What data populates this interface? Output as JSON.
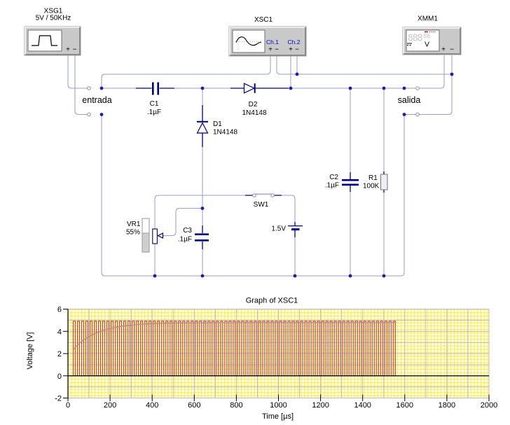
{
  "instruments": {
    "xsg1": {
      "name": "XSG1",
      "setting": "5V / 50KHz",
      "plus": "+",
      "minus": "−"
    },
    "xsc1": {
      "name": "XSC1",
      "ch1": "Ch.1",
      "ch2": "Ch.2",
      "ch1_plus": "+",
      "ch1_minus": "−",
      "ch2_plus": "+",
      "ch2_minus": "−"
    },
    "xmm1": {
      "name": "XMM1",
      "display_main": "888",
      "display_sub": "88",
      "unit": "V",
      "plus": "+",
      "minus": "−"
    }
  },
  "net_labels": {
    "input": "entrada",
    "output": "salida"
  },
  "components": {
    "c1": {
      "ref": "C1",
      "value": ".1µF"
    },
    "d2": {
      "ref": "D2",
      "value": "1N4148"
    },
    "d1": {
      "ref": "D1",
      "value": "1N4148"
    },
    "c2": {
      "ref": "C2",
      "value": ".1µF"
    },
    "r1": {
      "ref": "R1",
      "value": "100K"
    },
    "vr1": {
      "ref": "VR1",
      "value": "55%"
    },
    "c3": {
      "ref": "C3",
      "value": ".1µF"
    },
    "sw1": {
      "ref": "SW1"
    },
    "battery": {
      "value": "1.5V"
    }
  },
  "chart_data": {
    "type": "line",
    "title": "Graph of XSC1",
    "xlabel": "Time [µs]",
    "ylabel": "Voltage [V]",
    "xlim": [
      0,
      2000
    ],
    "ylim": [
      -2,
      6
    ],
    "x_ticks": [
      0,
      200,
      400,
      600,
      800,
      1000,
      1200,
      1400,
      1600,
      1800,
      2000
    ],
    "y_ticks": [
      6,
      4,
      2,
      0,
      -2
    ],
    "grid": {
      "minor_on": true,
      "major_x_us": 100,
      "major_y_v": 1
    },
    "series": [
      {
        "name": "input-square-wave",
        "shape": "square",
        "low": 0,
        "high": 4.92,
        "period_us": 20,
        "duty": 0.5,
        "t_start": 25,
        "t_end": 1560
      },
      {
        "name": "output-charge-envelope",
        "shape": "exp_charge",
        "v_start": 2.38,
        "v_inf": 4.78,
        "tau_us": 115,
        "t_start": 25,
        "t_end": 1560
      },
      {
        "name": "zero-baseline",
        "shape": "flat",
        "v": 0,
        "t_start": 0,
        "t_end": 2000
      }
    ],
    "colors": {
      "square": "#bb4747",
      "envelope": "#ce7c7c",
      "baseline": "#000000",
      "major_grid": "#bdbdbd",
      "minor_grid": "#ffe84d",
      "plot_bg": "#ffffe8"
    }
  }
}
